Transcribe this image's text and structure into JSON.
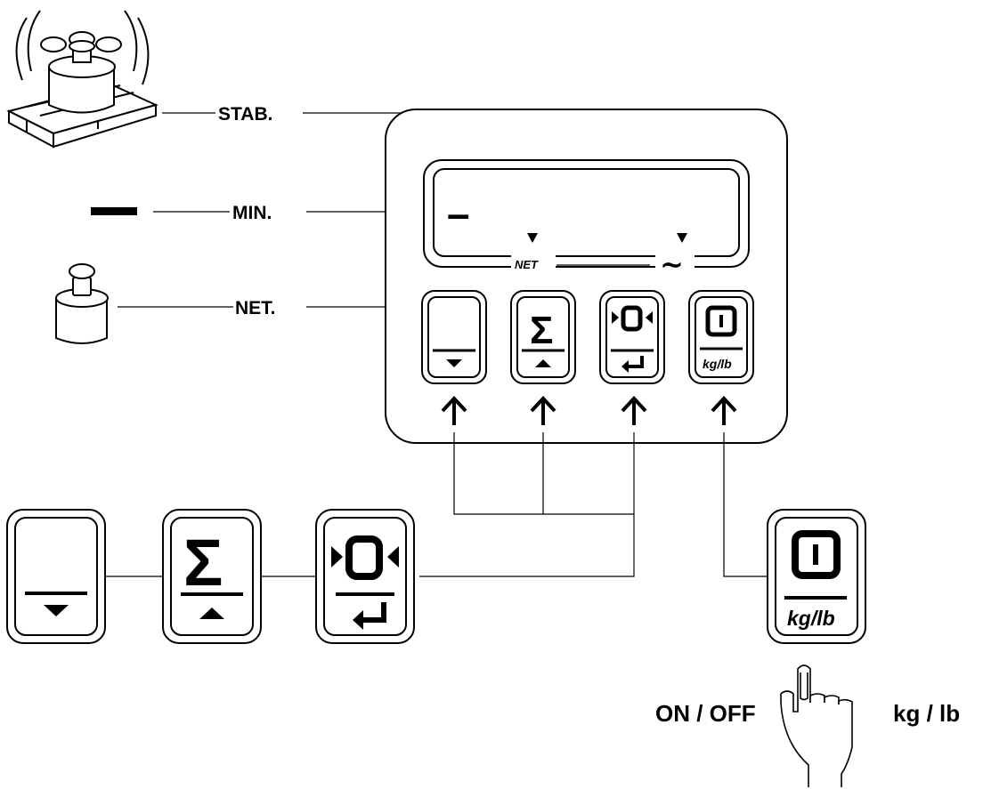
{
  "indicators": {
    "stab_label": "STAB.",
    "min_label": "MIN.",
    "net_label": "NET.",
    "net_display_tag": "NET",
    "display_minus": "–",
    "stab_symbol": "∼"
  },
  "keys": {
    "sigma_symbol": "Σ",
    "unit_text": "kg/lb"
  },
  "hand": {
    "left_label": "ON / OFF",
    "right_label": "kg / lb"
  },
  "icons": [
    "pallet-weights-icon",
    "minus-bar-icon",
    "weight-icon",
    "hand-press-icon",
    "tare-down-key-icon",
    "sum-up-key-icon",
    "zero-enter-key-icon",
    "power-unit-key-icon"
  ]
}
